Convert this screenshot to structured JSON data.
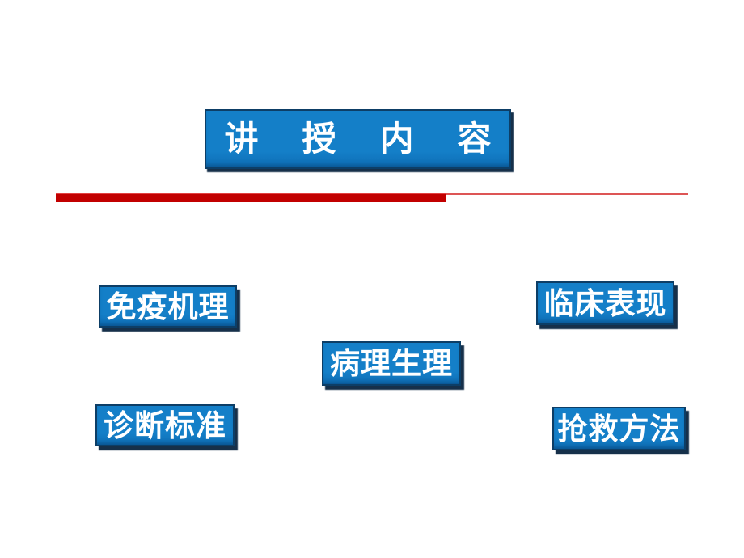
{
  "slide": {
    "title": "讲　授　内　容",
    "topics": [
      {
        "label": "免疫机理"
      },
      {
        "label": "临床表现"
      },
      {
        "label": "病理生理"
      },
      {
        "label": "诊断标准"
      },
      {
        "label": "抢救方法"
      }
    ],
    "colors": {
      "background": "#FFFFFF",
      "box_fill": "#147FC8",
      "box_fill_dark": "#0E6DB4",
      "box_border": "#0D3E66",
      "box_shadow": "#16304A",
      "text": "#FFFFFF",
      "divider_bar": "#C20000",
      "divider_line": "#DD5555"
    }
  }
}
